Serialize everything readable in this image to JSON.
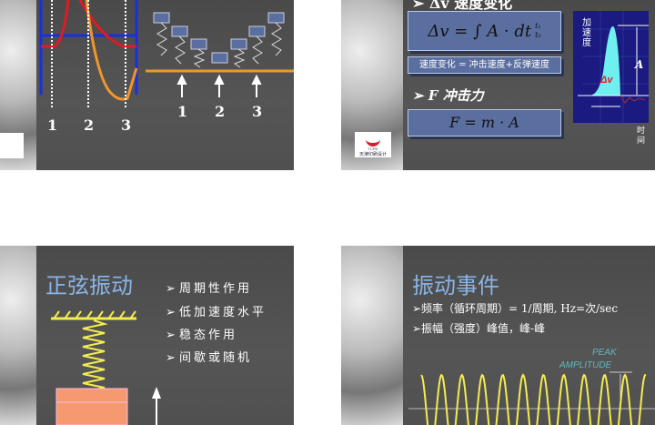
{
  "slides": [
    {
      "labels_left": [
        "1",
        "2",
        "3"
      ],
      "labels_right": [
        "1",
        "2",
        "3"
      ],
      "colors": {
        "orange": "#f0962a",
        "red": "#e01a24",
        "blue": "#1a2fe0"
      }
    },
    {
      "heading_partial": "➢ Δv 速度变化",
      "formula1": "Δv = ∫ A · dt",
      "formula1_limits": {
        "upper": "t₁",
        "lower": "t₀"
      },
      "caption": "速度变化 = 冲击速度+反弹速度",
      "bullet": "➢ F 冲击力",
      "formula2": "F = m · A",
      "chart": {
        "ylabel": "加速度",
        "xlabel": "时间",
        "peak_label": "A",
        "area_label": "Δv"
      },
      "logo": {
        "text": "天津印刷设计",
        "sub": "TCPD"
      }
    },
    {
      "title": "正弦振动",
      "bullets": [
        "周期性作用",
        "低加速度水平",
        "稳态作用",
        "间歇或随机"
      ],
      "colors": {
        "spring": "#f4ec50",
        "mass": "#f59a70"
      }
    },
    {
      "title": "振动事件",
      "bullets": [
        "➢频率（循环周期）= 1/周期, Hz=次/sec",
        "➢振幅（强度）峰值，峰-峰"
      ],
      "annotation": [
        "PEAK",
        "AMPLITUDE"
      ],
      "colors": {
        "wave": "#f4ec50",
        "annotation": "#5fb8c0"
      }
    }
  ]
}
